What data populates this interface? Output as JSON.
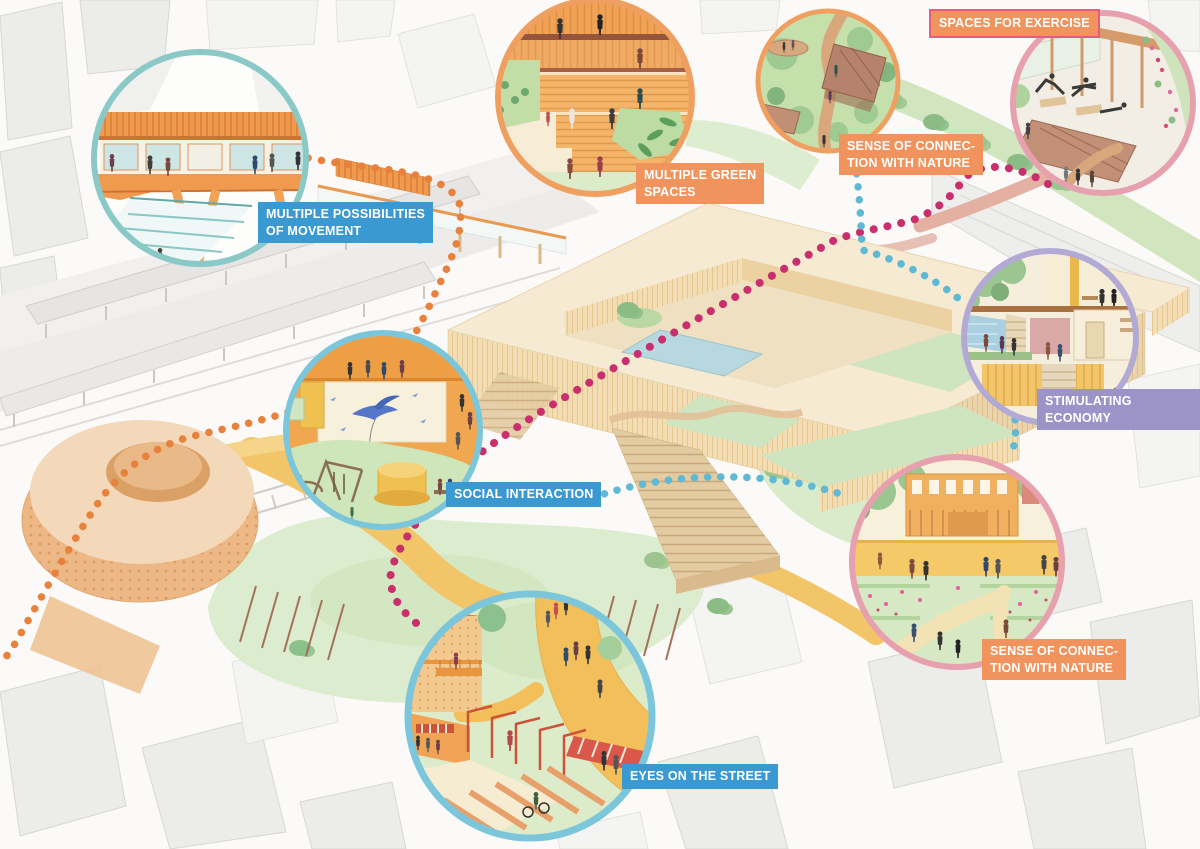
{
  "diagram": {
    "description": "Axonometric urban design masterplan diagram with circular vignette callouts connected by dotted pedestrian routes",
    "colors": {
      "label_blue": "#3b99d2",
      "label_orange": "#f0935c",
      "label_purple": "#9c94c8",
      "label_pink_border": "#e25c84",
      "route_orange": "#e8813c",
      "route_magenta": "#c92f6d",
      "route_cyan": "#5fb9d4",
      "circle_teal": "#8ac9c6",
      "circle_orange": "#efa061",
      "circle_pink": "#e6a0ae",
      "circle_purple": "#b2aad5",
      "circle_cyan": "#7cc6dc"
    },
    "callouts": [
      {
        "id": "multiple-possibilities-of-movement",
        "label": "MULTIPLE  POSSIBILITIES\nOF MOVEMENT",
        "label_bg": "#3b99d2",
        "circle_border": "#8ac9c6"
      },
      {
        "id": "multiple-green-spaces",
        "label": "MULTIPLE GREEN\nSPACES",
        "label_bg": "#f0935c",
        "circle_border": "#efa061"
      },
      {
        "id": "sense-of-connection-with-nature-park",
        "label": "SENSE OF CONNEC-\nTION WITH NATURE",
        "label_bg": "#f0935c",
        "circle_border": "#efa061"
      },
      {
        "id": "spaces-for-exercise",
        "label": "SPACES FOR EXERCISE",
        "label_bg": "#f0935c",
        "label_border": "#e25c84",
        "circle_border": "#e6a0ae"
      },
      {
        "id": "stimulating-economy",
        "label": "STIMULATING ECONOMY",
        "label_bg": "#9c94c8",
        "circle_border": "#b2aad5"
      },
      {
        "id": "social-interaction",
        "label": "SOCIAL INTERACTION",
        "label_bg": "#3b99d2",
        "circle_border": "#7cc6dc"
      },
      {
        "id": "sense-of-connection-with-nature-plaza",
        "label": "SENSE OF CONNEC-\nTION WITH NATURE",
        "label_bg": "#f0935c",
        "circle_border": "#e6a0ae"
      },
      {
        "id": "eyes-on-the-street",
        "label": "EYES ON THE STREET",
        "label_bg": "#3b99d2",
        "circle_border": "#7cc6dc"
      }
    ],
    "dotted_routes": [
      {
        "id": "route-orange",
        "color": "#e8813c"
      },
      {
        "id": "route-magenta",
        "color": "#c92f6d"
      },
      {
        "id": "route-cyan",
        "color": "#5fb9d4"
      }
    ]
  }
}
